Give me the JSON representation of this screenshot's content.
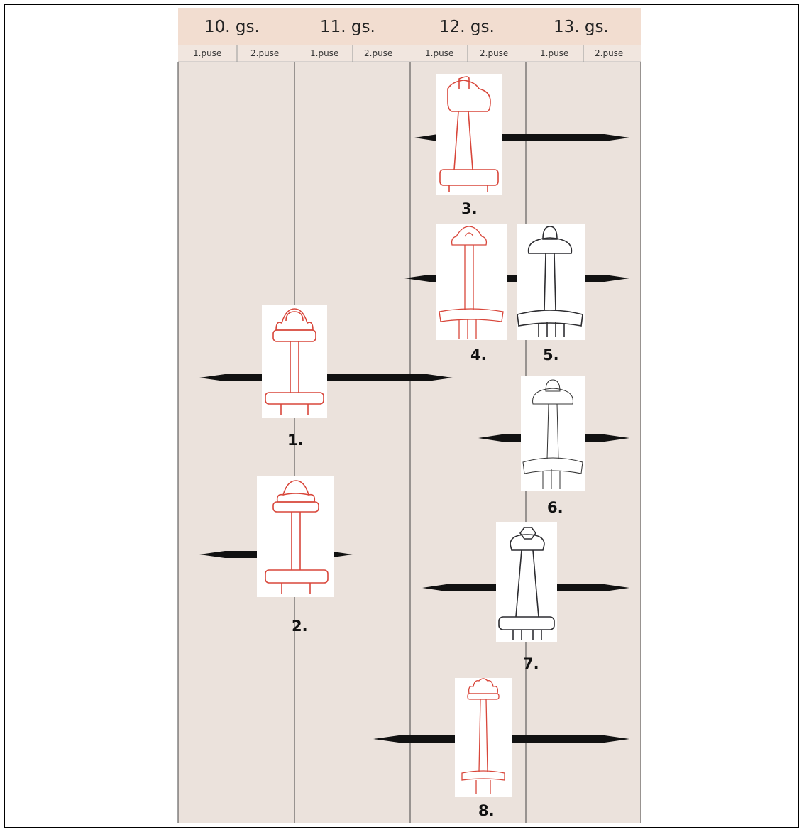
{
  "header": {
    "centuries": [
      "10. gs.",
      "11. gs.",
      "12. gs.",
      "13. gs."
    ],
    "halves": [
      "1.puse",
      "2.puse"
    ]
  },
  "colors": {
    "background": "#ebe2dc",
    "header_background": "#f2ddd0",
    "red_drawing": "#d8463a",
    "dark_drawing": "#2c2c30",
    "bar": "#111111"
  },
  "swords": [
    {
      "label": "1.",
      "color": "red",
      "pommel": "three-lobed",
      "guard": "straight",
      "period": {
        "from": "10th century, 1st half",
        "to": "12th century, 1st half"
      }
    },
    {
      "label": "2.",
      "color": "red",
      "pommel": "three-lobed",
      "guard": "straight",
      "period": {
        "from": "10th century, 1st half",
        "to": "11th century, 1st half"
      }
    },
    {
      "label": "3.",
      "color": "red",
      "pommel": "cap",
      "guard": "straight",
      "period": {
        "from": "12th century, 1st half",
        "to": "13th century, 2nd half"
      }
    },
    {
      "label": "4.",
      "color": "red",
      "pommel": "cap",
      "guard": "curved",
      "period": {
        "from": "12th century, 1st half",
        "to": "13th century, 2nd half"
      }
    },
    {
      "label": "5.",
      "color": "dark",
      "pommel": "tea-cosy",
      "guard": "curved",
      "period": {
        "from": "12th century, 1st half",
        "to": "13th century, 2nd half"
      }
    },
    {
      "label": "6.",
      "color": "thin",
      "pommel": "tea-cosy",
      "guard": "curved",
      "period": {
        "from": "12th century, 2nd half",
        "to": "13th century, 2nd half"
      }
    },
    {
      "label": "7.",
      "color": "dark",
      "pommel": "polygonal",
      "guard": "straight",
      "period": {
        "from": "12th century, 1st half",
        "to": "13th century, 2nd half"
      }
    },
    {
      "label": "8.",
      "color": "red",
      "pommel": "five-lobed",
      "guard": "straight",
      "period": {
        "from": "11th century, 2nd half",
        "to": "13th century, 2nd half"
      }
    }
  ]
}
